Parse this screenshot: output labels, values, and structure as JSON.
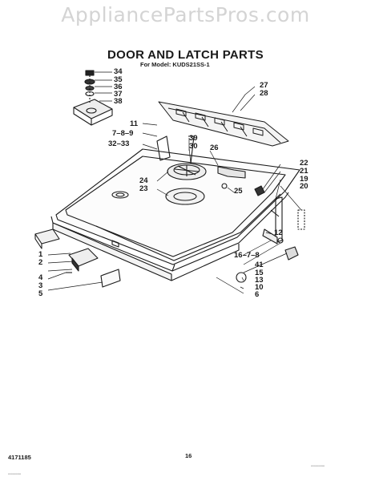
{
  "watermark": "AppliancePartsPros.com",
  "title": "DOOR AND LATCH PARTS",
  "subtitle": "For Model: KUDS21SS-1",
  "callouts": {
    "c34": "34",
    "c35": "35",
    "c36": "36",
    "c37": "37",
    "c38": "38",
    "c27": "27",
    "c28": "28",
    "c11": "11",
    "c789": "7–8–9",
    "c3233": "32–33",
    "c39": "39",
    "c30": "30",
    "c26": "26",
    "c24": "24",
    "c23": "23",
    "c25": "25",
    "c22": "22",
    "c21": "21",
    "c19": "19",
    "c20": "20",
    "c12": "12",
    "c1678": "16–7–8",
    "c41": "41",
    "c15": "15",
    "c13": "13",
    "c10": "10",
    "c6": "6",
    "c1": "1",
    "c2": "2",
    "c4": "4",
    "c3": "3",
    "c5": "5"
  },
  "footer": {
    "code": "4171185",
    "page": "16"
  }
}
